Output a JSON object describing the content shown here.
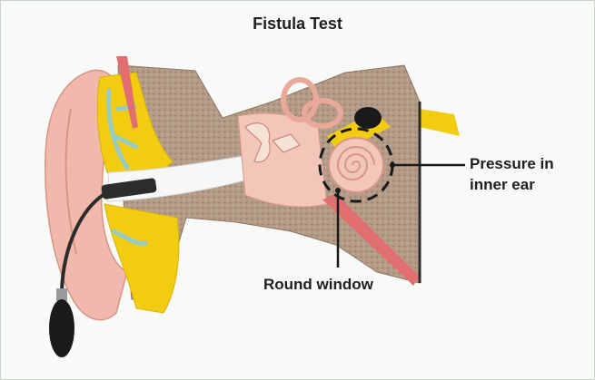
{
  "title": "Fistula Test",
  "labels": {
    "pressure_line1": "Pressure in",
    "pressure_line2": "inner ear",
    "round_window": "Round window"
  },
  "colors": {
    "skin": "#f0b9ac",
    "bone": "#b49a86",
    "nerve": "#f2cc10",
    "canal": "#f7f7f7",
    "vessel": "#e26f70",
    "probe": "#2c2c2c"
  }
}
